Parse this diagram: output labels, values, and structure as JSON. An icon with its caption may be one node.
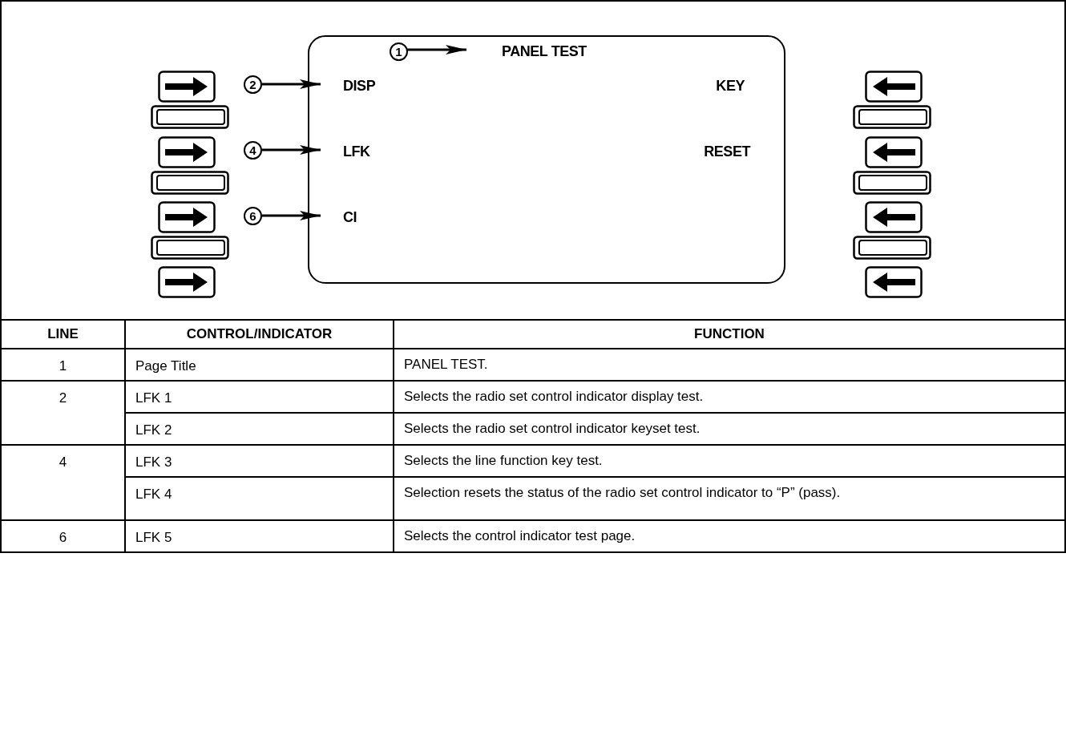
{
  "diagram": {
    "nodes": [
      {
        "text": [],
        "shape": "box"
      },
      {
        "text": [
          "1"
        ],
        "in": 0
      },
      {
        "text": [
          "PANEL TEST"
        ],
        "in": 0
      },
      {
        "text": [
          "2"
        ]
      },
      {
        "text": [
          "DISP"
        ],
        "in": 0
      },
      {
        "text": [
          "KEY"
        ],
        "in": 0
      },
      {
        "text": [
          "4"
        ]
      },
      {
        "text": [
          "LFK"
        ],
        "in": 0
      },
      {
        "text": [
          "RESET"
        ],
        "in": 0
      },
      {
        "text": [
          "6"
        ]
      },
      {
        "text": [
          "CI"
        ],
        "in": 0
      }
    ],
    "edges": [
      {
        "from": 1,
        "to": 2,
        "arrow": "to"
      },
      {
        "from": 3,
        "to": 4,
        "arrow": "to"
      },
      {
        "from": 6,
        "to": 7,
        "arrow": "to"
      },
      {
        "from": 9,
        "to": 10,
        "arrow": "to"
      }
    ],
    "labels": [
      "LINE",
      "CONTROL/INDICATOR",
      "FUNCTION",
      "1",
      "Page Title",
      "PANEL TEST.",
      "2",
      "LFK 1",
      "Selects the radio set control indicator display test.",
      "LFK 2",
      "Selects the radio set control indicator keyset test.",
      "4",
      "LFK 3",
      "Selects the line function key test.",
      "LFK 4",
      "Selection resets the status of the radio set control indicator to “P” (pass).",
      "6",
      "LFK 5",
      "Selects the control indicator test page."
    ]
  }
}
